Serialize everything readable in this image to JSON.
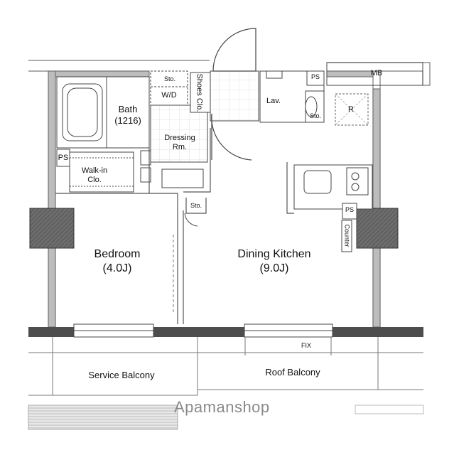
{
  "rooms": {
    "bath_name": "Bath",
    "bath_size": "(1216)",
    "storage_top": "Sto.",
    "washer": "W/D",
    "shoes_closet": "Shoes Clo.",
    "lavatory": "Lav.",
    "mb": "MB",
    "ps_top": "PS",
    "storage_lav": "Sto.",
    "refrigerator": "R",
    "dressing_line1": "Dressing",
    "dressing_line2": "Rm.",
    "ps_left": "PS",
    "walkin_line1": "Walk-in",
    "walkin_line2": "Clo.",
    "storage_mid": "Sto.",
    "ps_right": "PS",
    "counter": "Counter",
    "bedroom_name": "Bedroom",
    "bedroom_size": "(4.0J)",
    "dining_name": "Dining Kitchen",
    "dining_size": "(9.0J)",
    "fix": "FIX",
    "service_balcony": "Service Balcony",
    "roof_balcony": "Roof Balcony"
  },
  "watermark": "Apamanshop",
  "colors": {
    "wall": "#8a8a8a",
    "wall_dark": "#4a4a4a",
    "column": "#5a5a5a",
    "line": "#333333"
  }
}
